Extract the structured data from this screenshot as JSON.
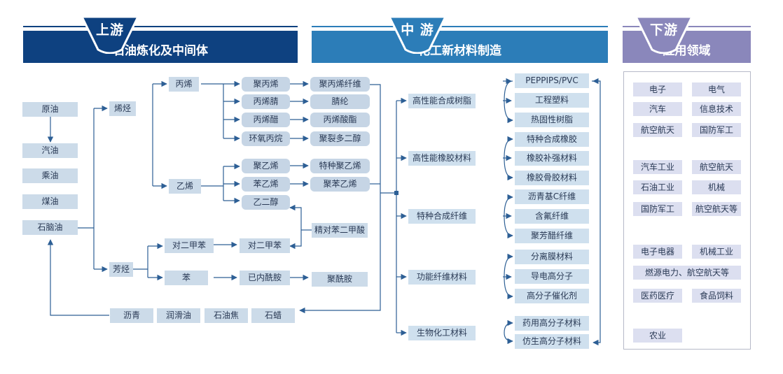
{
  "colors": {
    "upstream": "#0e4180",
    "midstream": "#2c7db8",
    "downstream": "#8a87bb",
    "node": "#ccdbe9",
    "line": "#2d5f95"
  },
  "headers": {
    "upstream": {
      "badge": "上游",
      "title": "石油炼化及中间体"
    },
    "midstream": {
      "badge": "中 游",
      "title": "化工新材料制造"
    },
    "downstream": {
      "badge": "下游",
      "title": "应用领域"
    }
  },
  "upstream": {
    "crude": "原油",
    "products": [
      "汽油",
      "乘油",
      "煤油",
      "石脑油"
    ],
    "olefins": "烯烃",
    "aromatics": "芳烃",
    "propylene": "丙烯",
    "ethylene": "乙烯",
    "pxylene": "对二甲苯",
    "benzene": "苯",
    "propylene_derivatives": [
      "聚丙烯",
      "丙烯腈",
      "丙烯醋",
      "环氧丙烷"
    ],
    "propylene_products": [
      "聚丙烯纤维",
      "腈纶",
      "丙烯酸酯",
      "聚裂多二醇"
    ],
    "ethylene_derivatives": [
      "聚乙烯",
      "苯乙烯",
      "乙二醇"
    ],
    "ethylene_products": [
      "特种聚乙烯",
      "聚苯乙烯"
    ],
    "pxylene_out": "对二甲苯",
    "pta": "精对苯二甲酸",
    "caprolactam": "已内酰胺",
    "polyamide": "聚酰胺",
    "byproducts": [
      "沥青",
      "润滑油",
      "石油焦",
      "石蜡"
    ]
  },
  "midstream": {
    "categories": [
      "高性能合成树脂",
      "高性能橡胶材料",
      "特种合成纤维",
      "功能纤维材料",
      "生物化工材料"
    ],
    "resins": [
      "PEPPIPS/PVC",
      "工程塑料",
      "热固性树脂"
    ],
    "rubbers": [
      "特种合成橡胶",
      "橡胶补强材料",
      "橡胶骨胶材料"
    ],
    "fibers": [
      "沥青基C纤维",
      "含氟纤维",
      "聚芳醋纤维"
    ],
    "functional": [
      "分离膜材料",
      "导电高分子",
      "高分子催化剂"
    ],
    "bio": [
      "药用高分子材料",
      "仿生高分子材料"
    ]
  },
  "downstream": {
    "group1": [
      "电子",
      "电气",
      "汽车",
      "信息技术",
      "航空航天",
      "国防军工"
    ],
    "group2": [
      "汽车工业",
      "航空航天",
      "石油工业",
      "机械",
      "国防军工",
      "航空航天等"
    ],
    "group3": [
      "电子电器",
      "机械工业",
      "燃源电力、航空航天等",
      "医药医疗",
      "食品饲料"
    ],
    "group4": [
      "农业"
    ]
  }
}
